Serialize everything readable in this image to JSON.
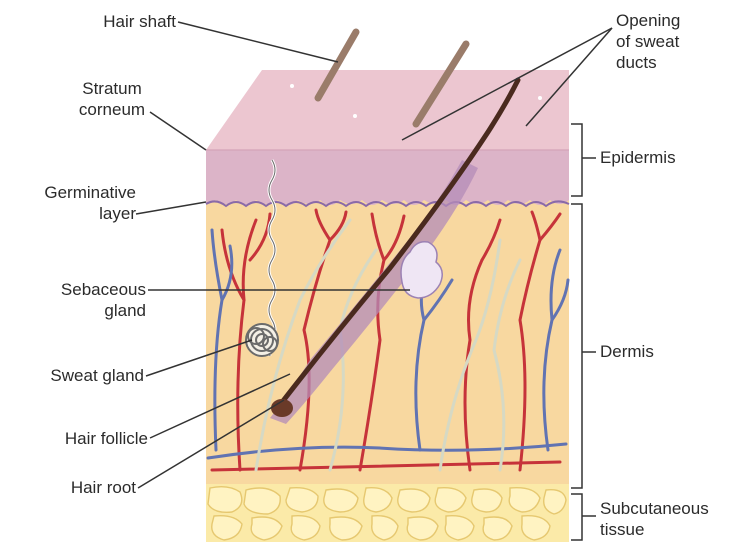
{
  "labels": {
    "hair_shaft": "Hair shaft",
    "stratum_corneum": [
      "Stratum",
      "corneum"
    ],
    "germinative_layer": [
      "Germinative",
      "layer"
    ],
    "sebaceous_gland": [
      "Sebaceous",
      "gland"
    ],
    "sweat_gland": "Sweat gland",
    "hair_follicle": "Hair follicle",
    "hair_root": "Hair root",
    "sweat_duct_openings": [
      "Opening",
      "of sweat",
      "ducts"
    ],
    "epidermis": "Epidermis",
    "dermis": "Dermis",
    "subcutaneous_tissue": [
      "Subcutaneous",
      "tissue"
    ]
  },
  "colors": {
    "stratum_top": "#ecc6d0",
    "epidermis_band": "#dcb4c8",
    "dermis": "#f8d8a0",
    "subcutaneous": "#fbeaa8",
    "artery": "#c6333a",
    "vein": "#6173b2",
    "nerve": "#d6d9c4",
    "hair": "#4a2a1e",
    "hair_shaft": "#9a7c6a",
    "leader_line": "#333333"
  }
}
